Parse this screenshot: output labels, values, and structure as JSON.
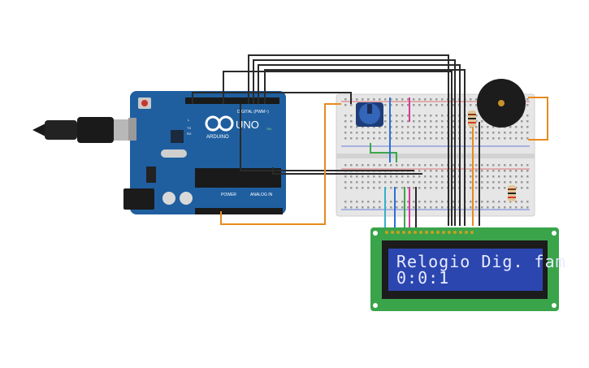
{
  "arduino": {
    "model": "UNO",
    "brand": "ARDUINO",
    "digital_label": "DIGITAL (PWM~)",
    "power_label": "POWER",
    "analog_label": "ANALOG IN",
    "tx_label": "TX",
    "rx_label": "RX",
    "l_label": "L",
    "on_label": "ON"
  },
  "lcd": {
    "line1": "Relogio Dig. fam",
    "line2": "0:0:1"
  },
  "colors": {
    "board": "#1f5fa0",
    "breadboard": "#e6e6e6",
    "lcd_bezel": "#3aa44a",
    "lcd_screen": "#2c46b0",
    "wire_black": "#2a2a2a",
    "wire_orange": "#e88a1f",
    "wire_green": "#3aa84a",
    "wire_blue": "#2e6fd6",
    "wire_cyan": "#3ab0c8",
    "wire_magenta": "#d63a9a",
    "buzzer": "#1c1c1c"
  }
}
